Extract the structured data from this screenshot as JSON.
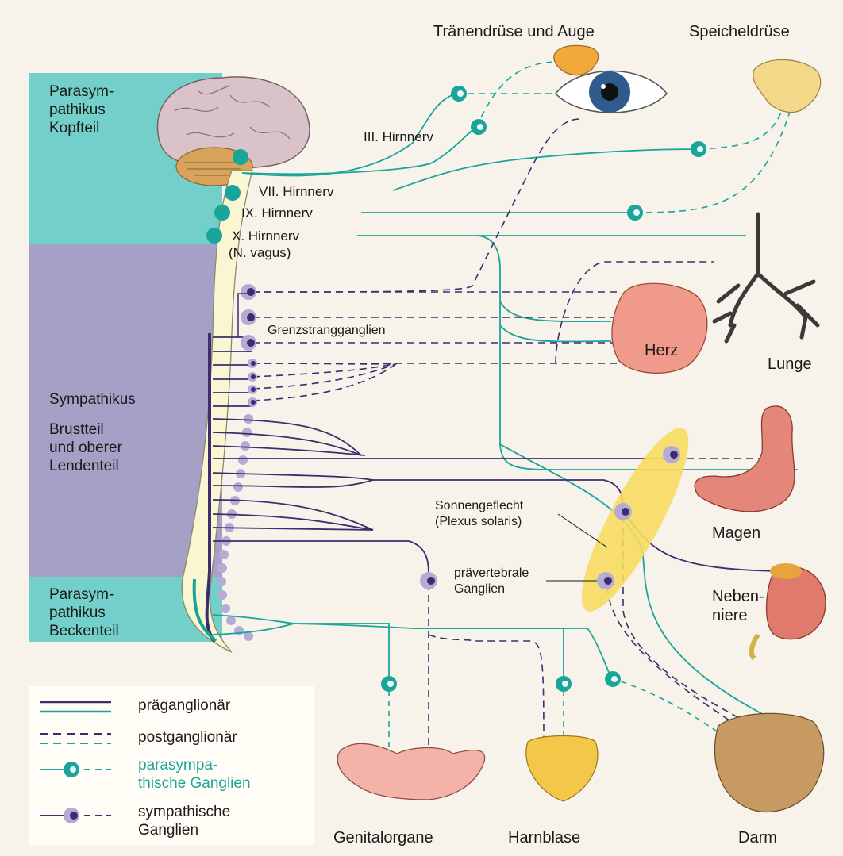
{
  "regions": {
    "para_head": "Parasym-\npathikus\nKopfteil",
    "sym": "Sympathikus",
    "sym_detail": "Brustteil\nund oberer\nLendenteil",
    "para_pelvic": "Parasym-\npathikus\nBeckenteil"
  },
  "nerves": {
    "n3": "III. Hirnnerv",
    "n7": "VII. Hirnnerv",
    "n9": "IX. Hirnnerv",
    "n10": "X. Hirnnerv",
    "n10_alt": "(N. vagus)"
  },
  "ganglia_labels": {
    "grenz": "Grenzstrangganglien",
    "sonnen": "Sonnengeflecht\n(Plexus solaris)",
    "prae": "prävertebrale\nGanglien"
  },
  "organs": {
    "eye": "Tränendrüse und Auge",
    "saliva": "Speicheldrüse",
    "heart": "Herz",
    "lung": "Lunge",
    "stomach": "Magen",
    "adrenal": "Neben-\nniere",
    "genital": "Genitalorgane",
    "bladder": "Harnblase",
    "gut": "Darm"
  },
  "legend": {
    "pre": "präganglionär",
    "post": "postganglionär",
    "para": "parasympa-\nthische Ganglien",
    "sym": "sympathische\nGanglien"
  },
  "colors": {
    "teal": "#1aa59b",
    "purple": "#3b2d6e",
    "teal_band": "#6fd0cc",
    "purple_band": "#a8a0c8",
    "sun": "#f6dc60"
  }
}
